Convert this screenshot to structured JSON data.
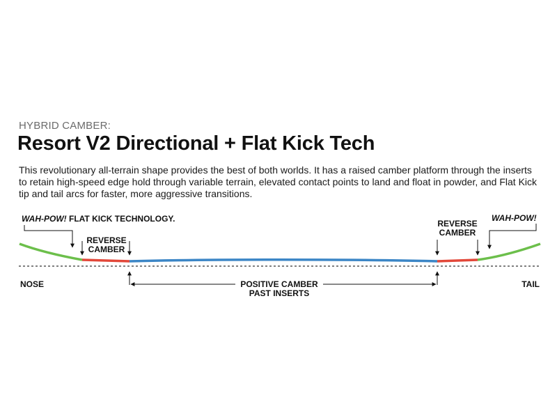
{
  "header": {
    "kicker": "HYBRID CAMBER:",
    "title": "Resort V2 Directional + Flat Kick Tech",
    "description": "This revolutionary all-terrain shape provides the best of both worlds. It has a raised camber platform through the inserts to retain high-speed edge hold through variable terrain, elevated contact points to land and float in powder, and Flat Kick tip and tail arcs for faster, more aggressive transitions."
  },
  "diagram": {
    "wahpow_left": "WAH-POW!",
    "flat_kick": " FLAT KICK TECHNOLOGY.",
    "wahpow_right": "WAH-POW!",
    "reverse_camber_line1": "REVERSE",
    "reverse_camber_line2": "CAMBER",
    "nose": "NOSE",
    "tail": "TAIL",
    "positive_camber_line1": "POSITIVE CAMBER",
    "positive_camber_line2": "PAST INSERTS"
  },
  "colors": {
    "flat_kick": "#6cbf4b",
    "reverse_camber": "#e2483a",
    "positive_camber": "#3c86c6",
    "baseline": "#333333"
  }
}
